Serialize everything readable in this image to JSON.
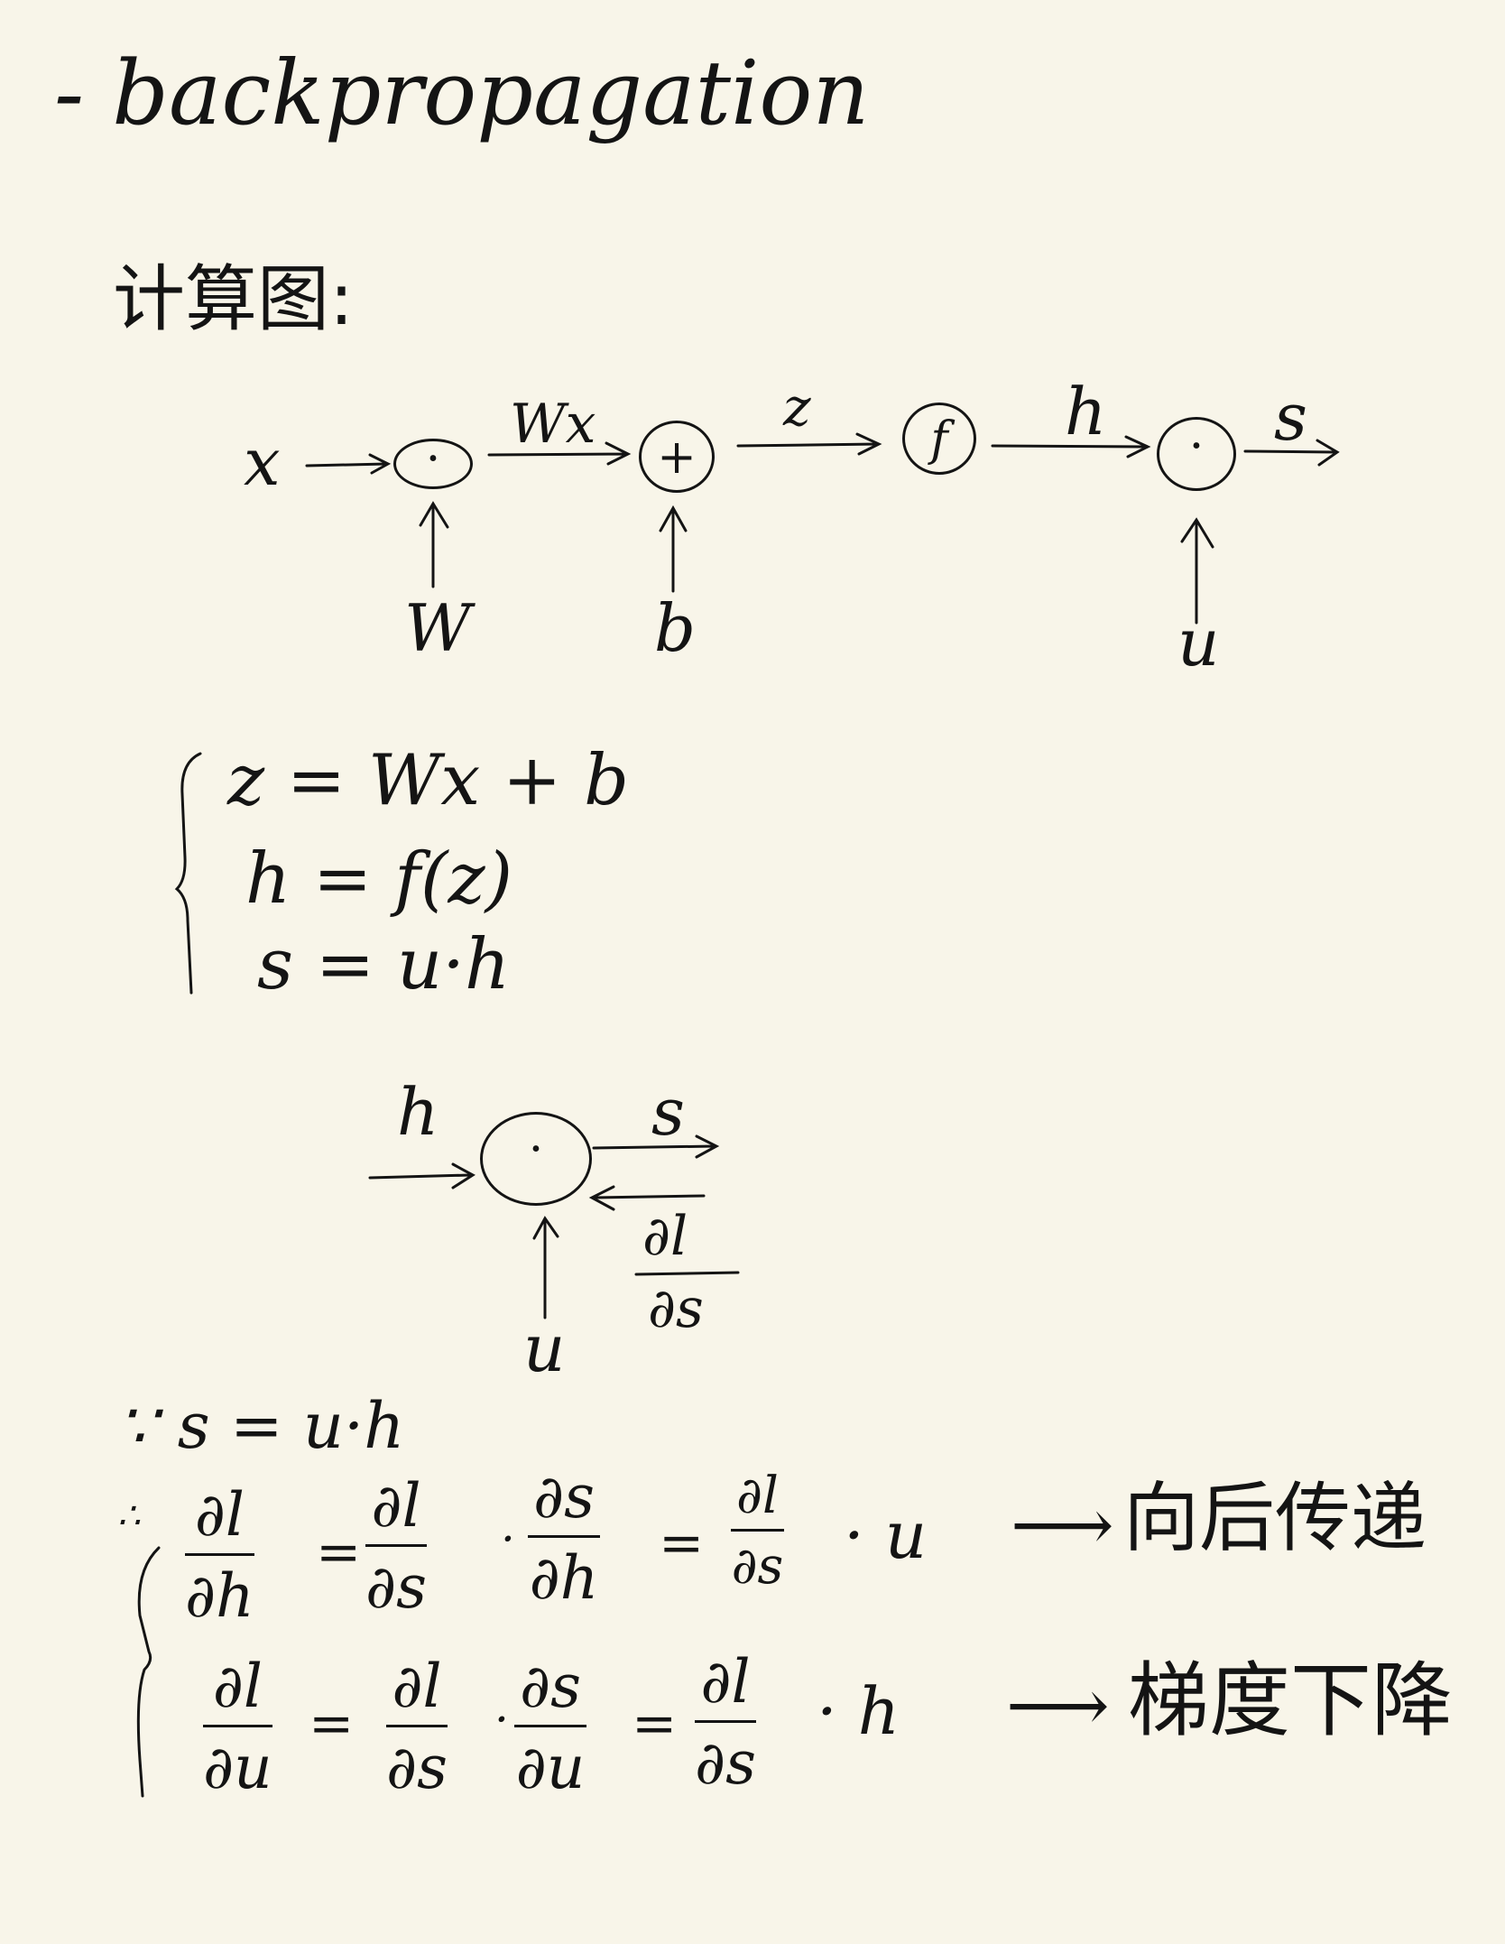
{
  "title": "- backpropagation",
  "section_label": "计算图:",
  "graph1": {
    "input_x": "x",
    "weight_w": "W",
    "edge_wx": "Wx",
    "bias_b": "b",
    "edge_z": "z",
    "func_f": "f",
    "edge_h": "h",
    "vec_u": "u",
    "output_s": "s",
    "mul_symbol": "·",
    "add_symbol": "+",
    "dot_symbol": "·"
  },
  "equations": [
    "z = Wx + b",
    "h = f(z)",
    "s = u·h"
  ],
  "graph2": {
    "input_h": "h",
    "output_s": "s",
    "input_u": "u",
    "node_symbol": "·",
    "grad_num": "∂l",
    "grad_den": "∂s"
  },
  "derivation": {
    "because": "∵ s = u·h",
    "therefore": "∴",
    "line1": {
      "lhs_num": "∂l",
      "lhs_den": "∂h",
      "eq1": "=",
      "f1_num": "∂l",
      "f1_den": "∂s",
      "dot1": "·",
      "f2_num": "∂s",
      "f2_den": "∂h",
      "eq2": "=",
      "f3_num": "∂l",
      "f3_den": "∂s",
      "tail": "· u",
      "arrow": "⟶",
      "note": "向后传递"
    },
    "line2": {
      "lhs_num": "∂l",
      "lhs_den": "∂u",
      "eq1": "=",
      "f1_num": "∂l",
      "f1_den": "∂s",
      "dot1": "·",
      "f2_num": "∂s",
      "f2_den": "∂u",
      "eq2": "=",
      "f3_num": "∂l",
      "f3_den": "∂s",
      "tail": "· h",
      "arrow": "⟶",
      "note": "梯度下降"
    }
  }
}
